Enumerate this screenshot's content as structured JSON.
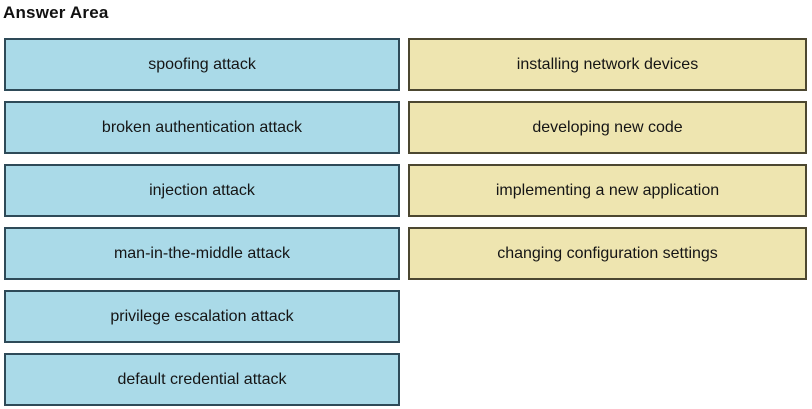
{
  "title": "Answer Area",
  "colors": {
    "left_item_fill": "#aadae8",
    "left_item_border": "#2e4a58",
    "right_item_fill": "#eee5b0",
    "right_item_border": "#4c4730",
    "text": "#151515",
    "background": "#ffffff"
  },
  "left_items": [
    "spoofing attack",
    "broken authentication attack",
    "injection attack",
    "man-in-the-middle attack",
    "privilege escalation attack",
    "default credential attack"
  ],
  "right_items": [
    "installing network devices",
    "developing new code",
    "implementing a new application",
    "changing configuration settings"
  ]
}
